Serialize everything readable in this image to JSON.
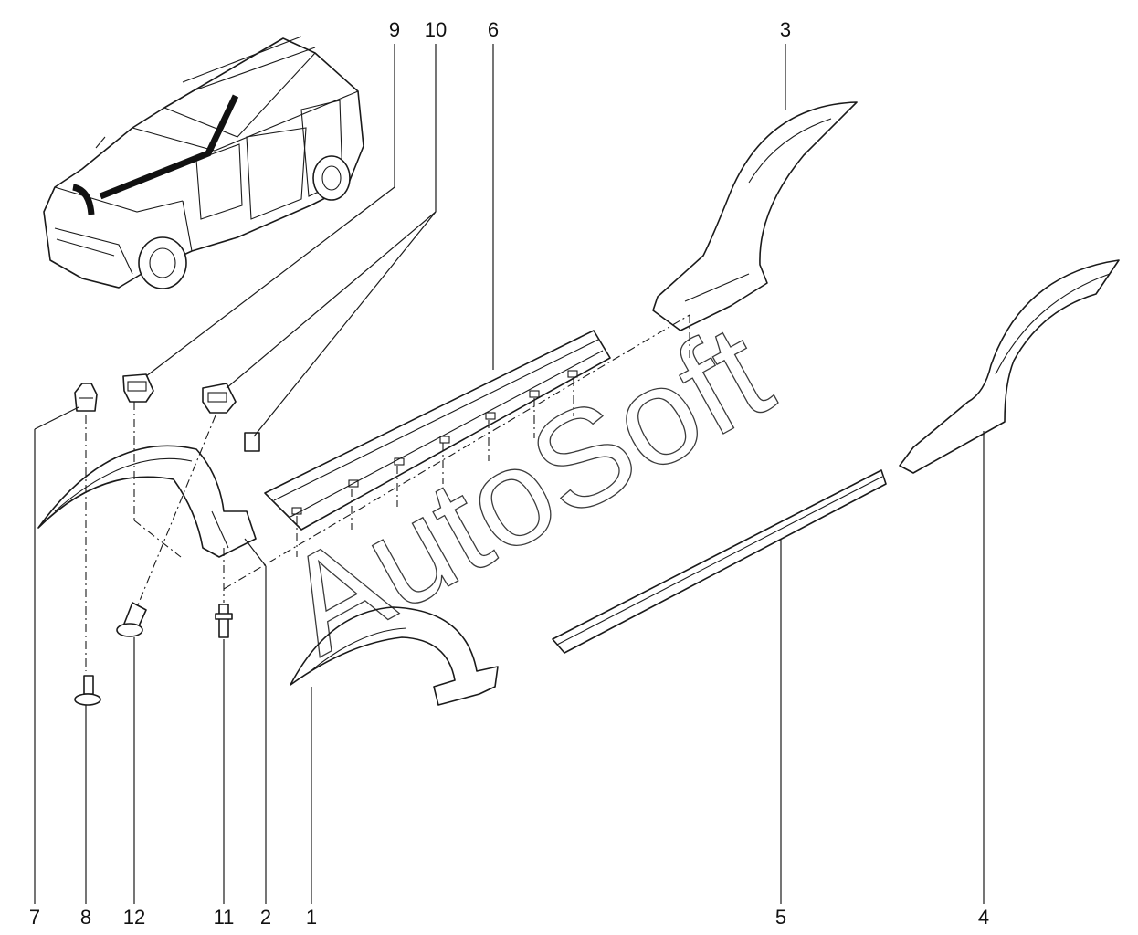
{
  "watermark": "AutoSoft",
  "callouts": {
    "c1": "1",
    "c2": "2",
    "c3": "3",
    "c4": "4",
    "c5": "5",
    "c6": "6",
    "c7": "7",
    "c8": "8",
    "c9": "9",
    "c10": "10",
    "c11": "11",
    "c12": "12"
  },
  "icons": [
    "vehicle-overview",
    "wheel-arch-trim",
    "sill-trim",
    "clip",
    "screw",
    "rivet"
  ]
}
